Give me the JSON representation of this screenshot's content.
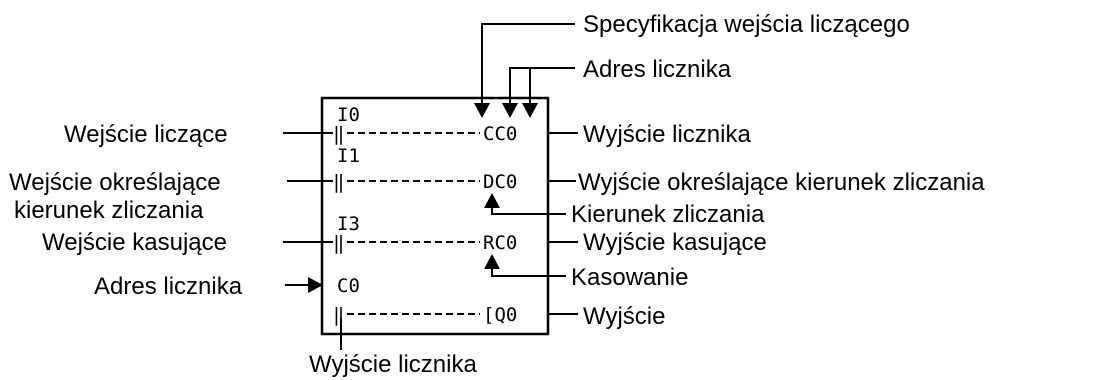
{
  "labels": {
    "count_input_spec": "Specyfikacja wejścia liczącego",
    "counter_address_top": "Adres licznika",
    "counting_input": "Wejście liczące",
    "counter_output": "Wyjście licznika",
    "direction_input_line1": "Wejście określające",
    "direction_input_line2": "kierunek zliczania",
    "direction_output": "Wyjście określające kierunek zliczania",
    "counting_direction": "Kierunek zliczania",
    "reset_input": "Wejście kasujące",
    "reset_output": "Wyjście kasujące",
    "reset": "Kasowanie",
    "counter_address_left": "Adres licznika",
    "output": "Wyjście",
    "counter_output_bottom": "Wyjście licznika"
  },
  "ladder": {
    "row1_input": "I0",
    "row1_coil": "CC0",
    "row2_input": "I1",
    "row2_coil": "DC0",
    "row3_input": "I3",
    "row3_coil": "RC0",
    "row4_contact": "C0",
    "row4_coil": "[Q0"
  }
}
